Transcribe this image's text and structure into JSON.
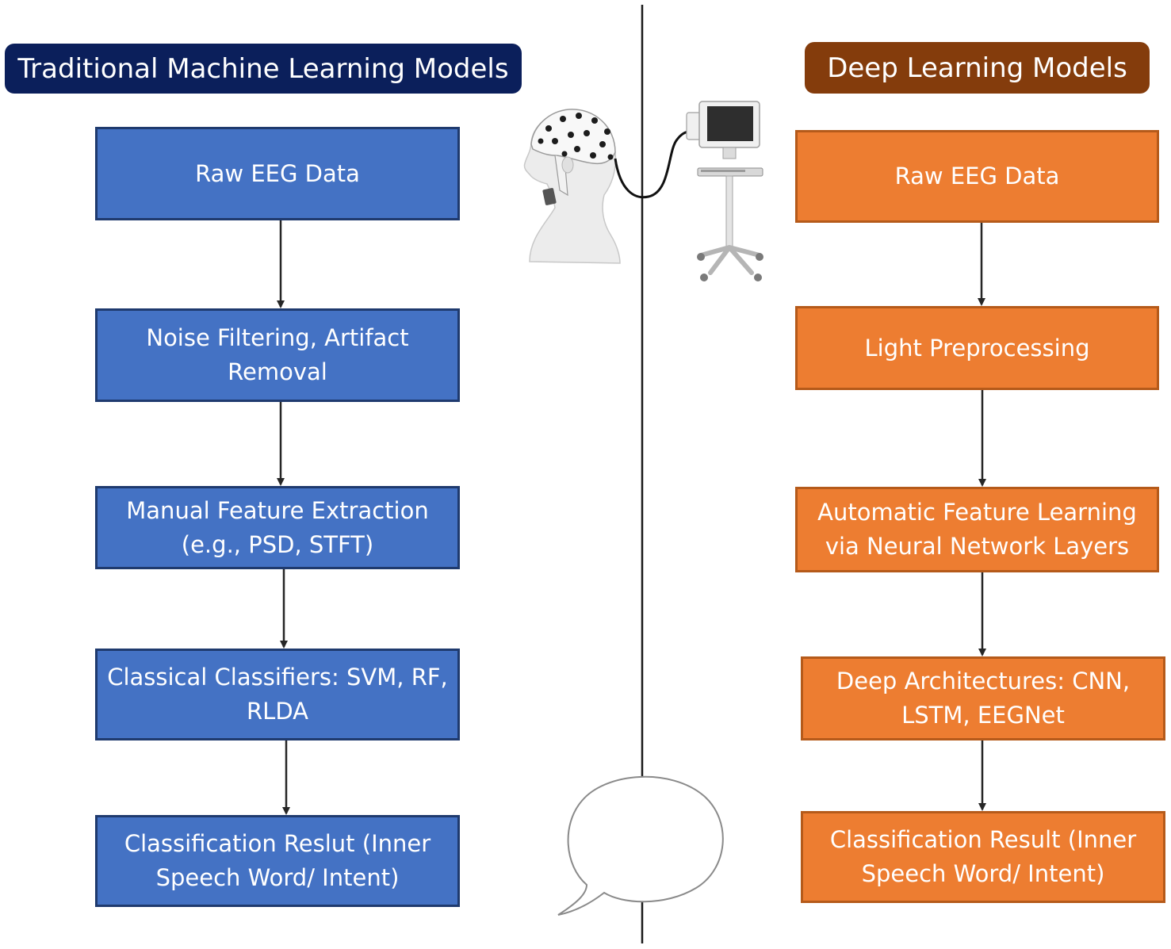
{
  "left": {
    "header": "Traditional Machine Learning Models",
    "steps": [
      "Raw EEG Data",
      "Noise Filtering, Artifact Removal",
      "Manual Feature Extraction (e.g., PSD, STFT)",
      "Classical Classifiers: SVM, RF, RLDA",
      "Classification Reslut (Inner Speech Word/ Intent)"
    ],
    "color": "#4472c4",
    "header_color": "#0b1f5b"
  },
  "right": {
    "header": "Deep Learning Models",
    "steps": [
      "Raw EEG Data",
      "Light Preprocessing",
      "Automatic Feature Learning via Neural Network Layers",
      "Deep Architectures: CNN, LSTM, EEGNet",
      "Classification Result (Inner Speech Word/ Intent)"
    ],
    "color": "#ed7d31",
    "header_color": "#843c0c"
  },
  "illustrations": [
    "eeg-cap-head-icon",
    "eeg-monitor-cart-icon",
    "speech-bubble-icon"
  ]
}
